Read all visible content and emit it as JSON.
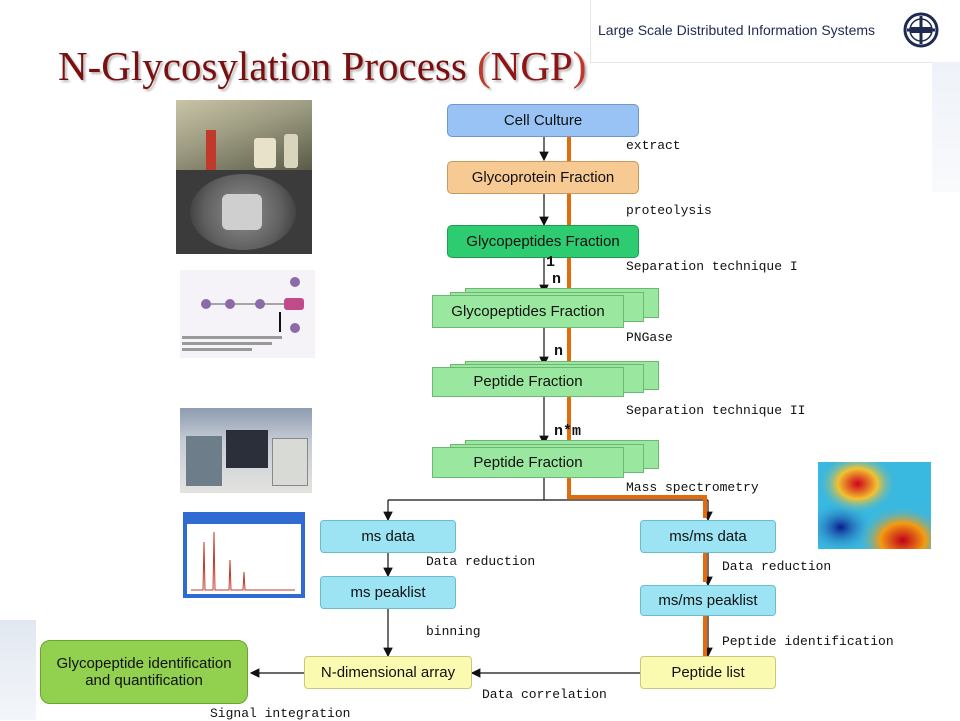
{
  "header": {
    "org": "Large Scale Distributed Information Systems",
    "logo_icon": "lsdis-logo-icon"
  },
  "title": {
    "main": "N-Glycosylation Process ",
    "open": "(",
    "acronym": "NGP",
    "close": ")"
  },
  "nodes": {
    "cell_culture": "Cell Culture",
    "glycoprotein_fraction": "Glycoprotein Fraction",
    "glycopeptides_fraction": "Glycopeptides Fraction",
    "glycopeptides_fraction_stack": "Glycopeptides Fraction",
    "peptide_fraction_1": "Peptide Fraction",
    "peptide_fraction_2": "Peptide Fraction",
    "ms_data": "ms data",
    "msms_data": "ms/ms data",
    "ms_peaklist": "ms peaklist",
    "msms_peaklist": "ms/ms peaklist",
    "n_dim_array": "N-dimensional array",
    "peptide_list": "Peptide list",
    "glyco_ident": "Glycopeptide identification and quantification"
  },
  "steps": {
    "extract": "extract",
    "proteolysis": "proteolysis",
    "separation_1": "Separation technique I",
    "pngase": "PNGase",
    "separation_2": "Separation technique II",
    "mass_spec": "Mass spectrometry",
    "data_reduction_left": "Data reduction",
    "data_reduction_right": "Data reduction",
    "binning": "binning",
    "peptide_identification": "Peptide identification",
    "data_correlation": "Data correlation",
    "signal_integration": "Signal integration"
  },
  "multiplicity": {
    "one": "1",
    "n1": "n",
    "n2": "n",
    "nm": "n*m"
  },
  "colors": {
    "title": "#7a0f10",
    "highlight_path": "#e36c0a",
    "cell_culture": "#99c3f4",
    "glycoprotein": "#f7c993",
    "glycopeptides": "#2ecc71"
  },
  "images": [
    "lab-equipment-photo",
    "centrifuge-photo",
    "glycan-pathway-diagram",
    "mass-spectrometer-photo",
    "spectrum-software-screenshot",
    "heatmap-image"
  ]
}
